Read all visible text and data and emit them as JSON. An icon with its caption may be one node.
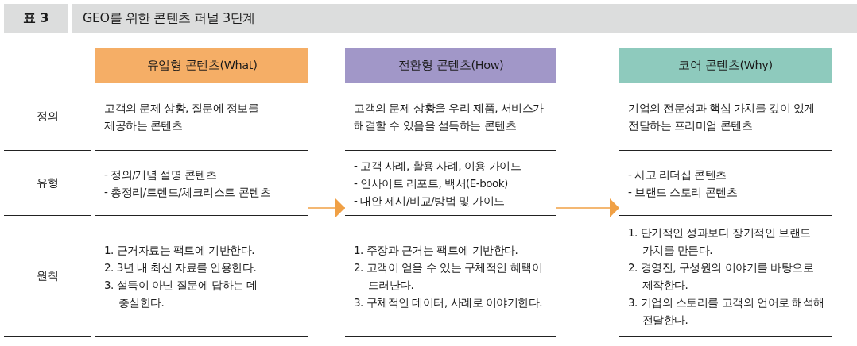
{
  "diagram": {
    "title": "GEO를 위한 콘텐츠 퍼널 3단계",
    "nodes": [
      {
        "text": [
          "유입형 콘텐츠(What)"
        ]
      },
      {
        "text": [
          "전환형 콘텐츠(How)"
        ]
      },
      {
        "text": [
          "코어 콘텐츠(Why)"
        ]
      },
      {
        "text": [
          "고객의 문제 상황, 질문에 정보를 제공하는 콘텐츠"
        ]
      },
      {
        "text": [
          "고객의 문제 상황을 우리 제품, 서비스가 해결할 수 있음을 설득하는 콘텐츠"
        ]
      },
      {
        "text": [
          "기업의 전문성과 핵심 가치를 깊이 있게 전달하는 프리미엄 콘텐츠"
        ]
      },
      {
        "text": [
          "- 정의/개념 설명 콘텐츠",
          "- 총정리/트렌드/체크리스트 콘텐츠"
        ]
      },
      {
        "text": [
          "- 고객 사례, 활용 사례, 이용 가이드",
          "- 인사이트 리포트, 백서(E-book)",
          "- 대안 제시/비교/방법 및 가이드"
        ]
      },
      {
        "text": [
          "- 사고 리더십 콘텐츠",
          "- 브랜드 스토리 콘텐츠"
        ]
      },
      {
        "text": [
          "1. 근거자료는 팩트에 기반한다.",
          "2. 3년 내 최신 자료를 인용한다.",
          "3. 설득이 아닌 질문에 답하는 데 충실한다."
        ]
      },
      {
        "text": [
          "1. 주장과 근거는 팩트에 기반한다.",
          "2. 고객이 얻을 수 있는 구체적인 혜택이 드러난다.",
          "3. 구체적인 데이터, 사례로 이야기한다."
        ]
      },
      {
        "text": [
          "1. 단기적인 성과보다 장기적인 브랜드 가치를 만든다.",
          "2. 경영진, 구성원의 이야기를 바탕으로 제작한다.",
          "3. 기업의 스토리를 고객의 언어로 해석해 전달한다."
        ]
      }
    ],
    "edges": [
      {
        "from": 6,
        "to": 7,
        "arrow": "to"
      },
      {
        "from": 7,
        "to": 8,
        "arrow": "to"
      }
    ],
    "labels": [
      "표 3",
      "정의",
      "유형",
      "원칙"
    ]
  }
}
